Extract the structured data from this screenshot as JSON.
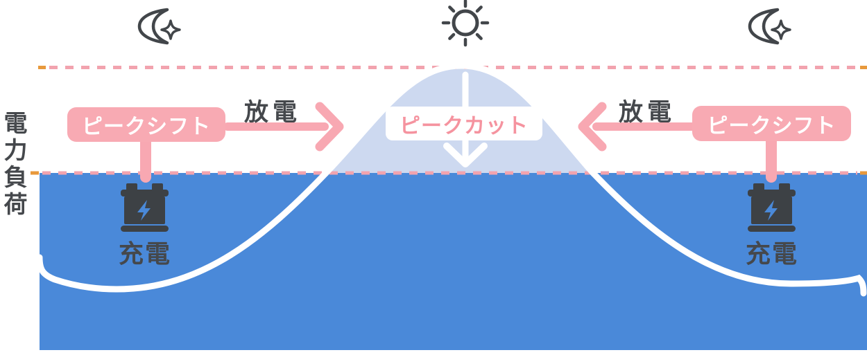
{
  "axis": {
    "y_label": "電力負荷"
  },
  "labels": {
    "peak_shift_left": "ピークシフト",
    "peak_shift_right": "ピークシフト",
    "peak_cut": "ピークカット",
    "discharge_left": "放電",
    "discharge_right": "放電",
    "charge_left": "充電",
    "charge_right": "充電"
  },
  "icons": {
    "night_left": "moon-sparkle-icon",
    "day": "sun-icon",
    "night_right": "moon-sparkle-icon",
    "storage_left": "battery-bolt-icon",
    "storage_right": "battery-bolt-icon",
    "peak_cut_direction": "down-arrow-icon",
    "discharge_left_direction": "right-arrow-icon",
    "discharge_right_direction": "left-arrow-icon"
  },
  "colors": {
    "load_area_blue": "#4a89d9",
    "peak_area_light_blue": "#cdd9f0",
    "curve_white": "#ffffff",
    "dashed_line_pink": "#f2a3ae",
    "dashed_line_end_orange": "#e8993c",
    "label_pink": "#f8aab3",
    "peak_cut_text_pink": "#f5939f",
    "icon_dark_gray": "#42464a"
  }
}
